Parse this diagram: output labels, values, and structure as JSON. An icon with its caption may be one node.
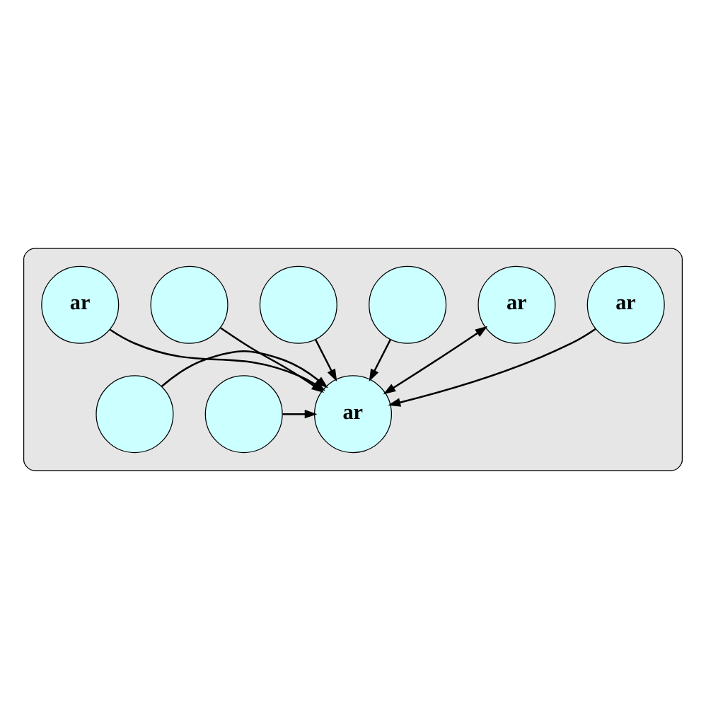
{
  "diagram": {
    "nodes": [
      {
        "text": [],
        "shape": "box"
      },
      {
        "text": [
          "ar"
        ],
        "in": 0
      },
      {
        "text": [
          "ar"
        ],
        "in": 0
      },
      {
        "text": [],
        "shape": "circle",
        "in": 0
      },
      {
        "text": [],
        "shape": "circle",
        "in": 0
      },
      {
        "text": [
          "ar"
        ],
        "in": 0
      },
      {
        "text": [],
        "shape": "circle",
        "in": 0
      },
      {
        "text": [],
        "shape": "circle",
        "in": 0
      },
      {
        "text": [],
        "shape": "circle",
        "in": 0
      },
      {
        "text": [
          "ar"
        ],
        "in": 0
      }
    ],
    "edges": [
      {
        "from": 1,
        "to": 5,
        "arrow": "to"
      },
      {
        "from": 5,
        "to": 2,
        "arrow": "both"
      },
      {
        "from": 3,
        "to": 5,
        "arrow": "to"
      },
      {
        "from": 4,
        "to": 5,
        "arrow": "to"
      },
      {
        "from": 6,
        "to": 5,
        "arrow": "to"
      },
      {
        "from": 7,
        "to": 5,
        "arrow": "to"
      },
      {
        "from": 8,
        "to": 5,
        "arrow": "to"
      },
      {
        "from": 9,
        "to": 5,
        "arrow": "to"
      }
    ]
  }
}
